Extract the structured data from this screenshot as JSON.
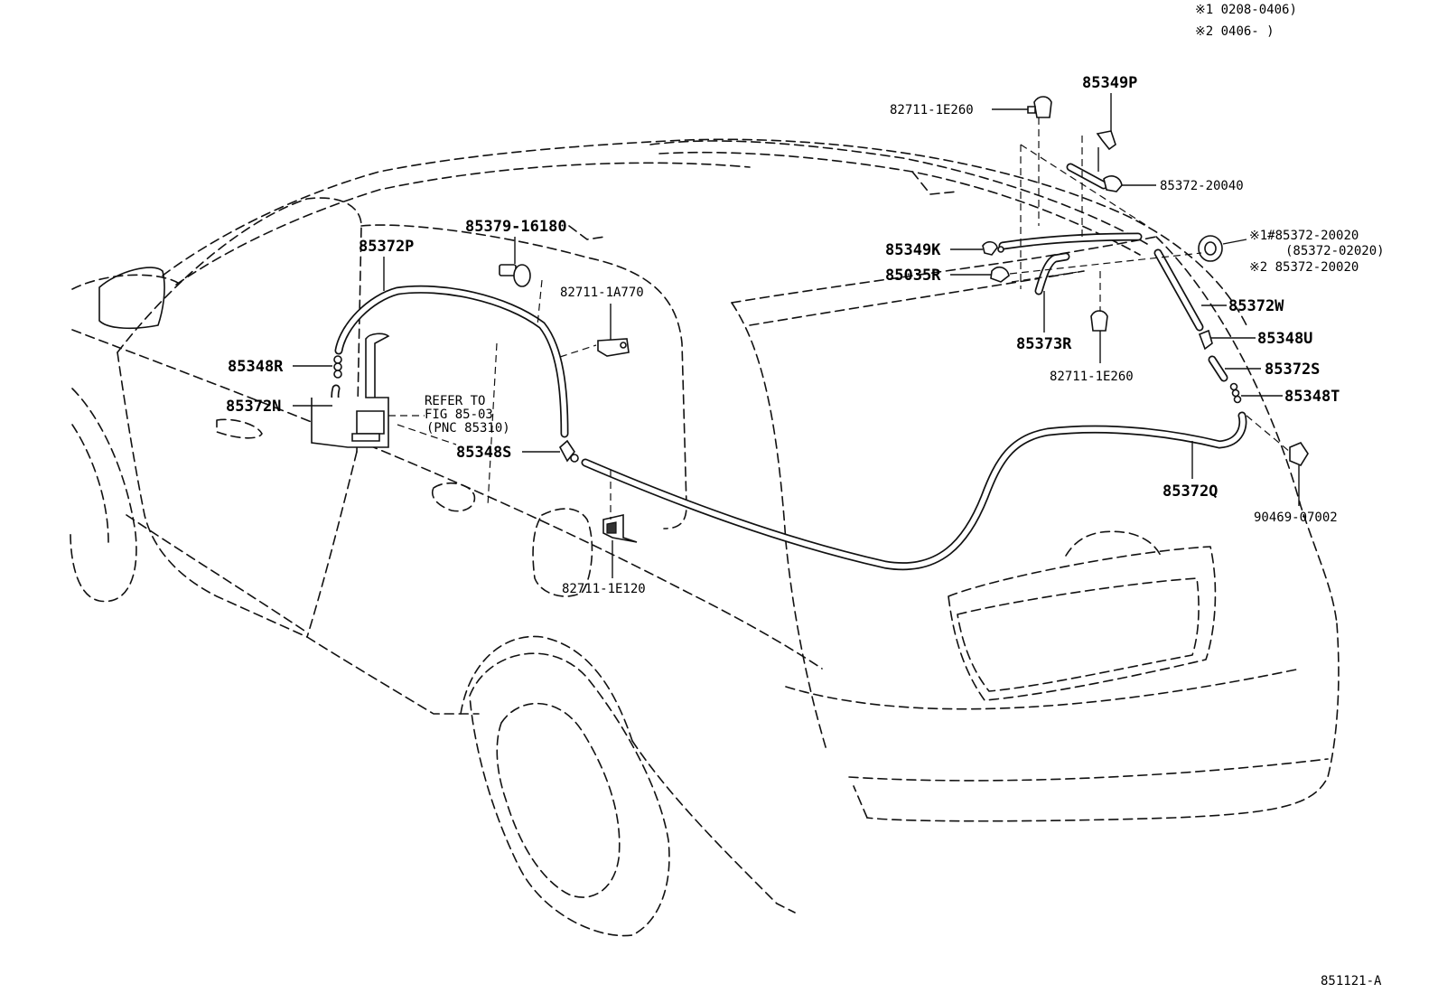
{
  "notes": {
    "note1": "※1  0208-0406)",
    "note2": "※2  0406-    )"
  },
  "footer": {
    "code": "851121-A"
  },
  "refer": {
    "line1": "REFER TO",
    "line2": "FIG 85-03",
    "line3": "(PNC 85310)"
  },
  "labels": {
    "p85349P": "85349P",
    "p82711_1E260_top": "82711-1E260",
    "p85372_20040": "85372-20040",
    "p85379_16180": "85379-16180",
    "p85372P": "85372P",
    "p85349K": "85349K",
    "p85035R": "85035R",
    "p82711_1A770": "82711-1A770",
    "p85372W": "85372W",
    "p85373R": "85373R",
    "p82711_1E260_mid": "82711-1E260",
    "p85348U": "85348U",
    "p85348R": "85348R",
    "p85372S": "85372S",
    "p85372N": "85372N",
    "p85348T": "85348T",
    "p85348S": "85348S",
    "p85372Q": "85372Q",
    "p90469_07002": "90469-07002",
    "p82711_1E120": "82711-1E120",
    "side1": "※1#85372-20020",
    "side1b": "(85372-02020)",
    "side2": "※2  85372-20020"
  }
}
